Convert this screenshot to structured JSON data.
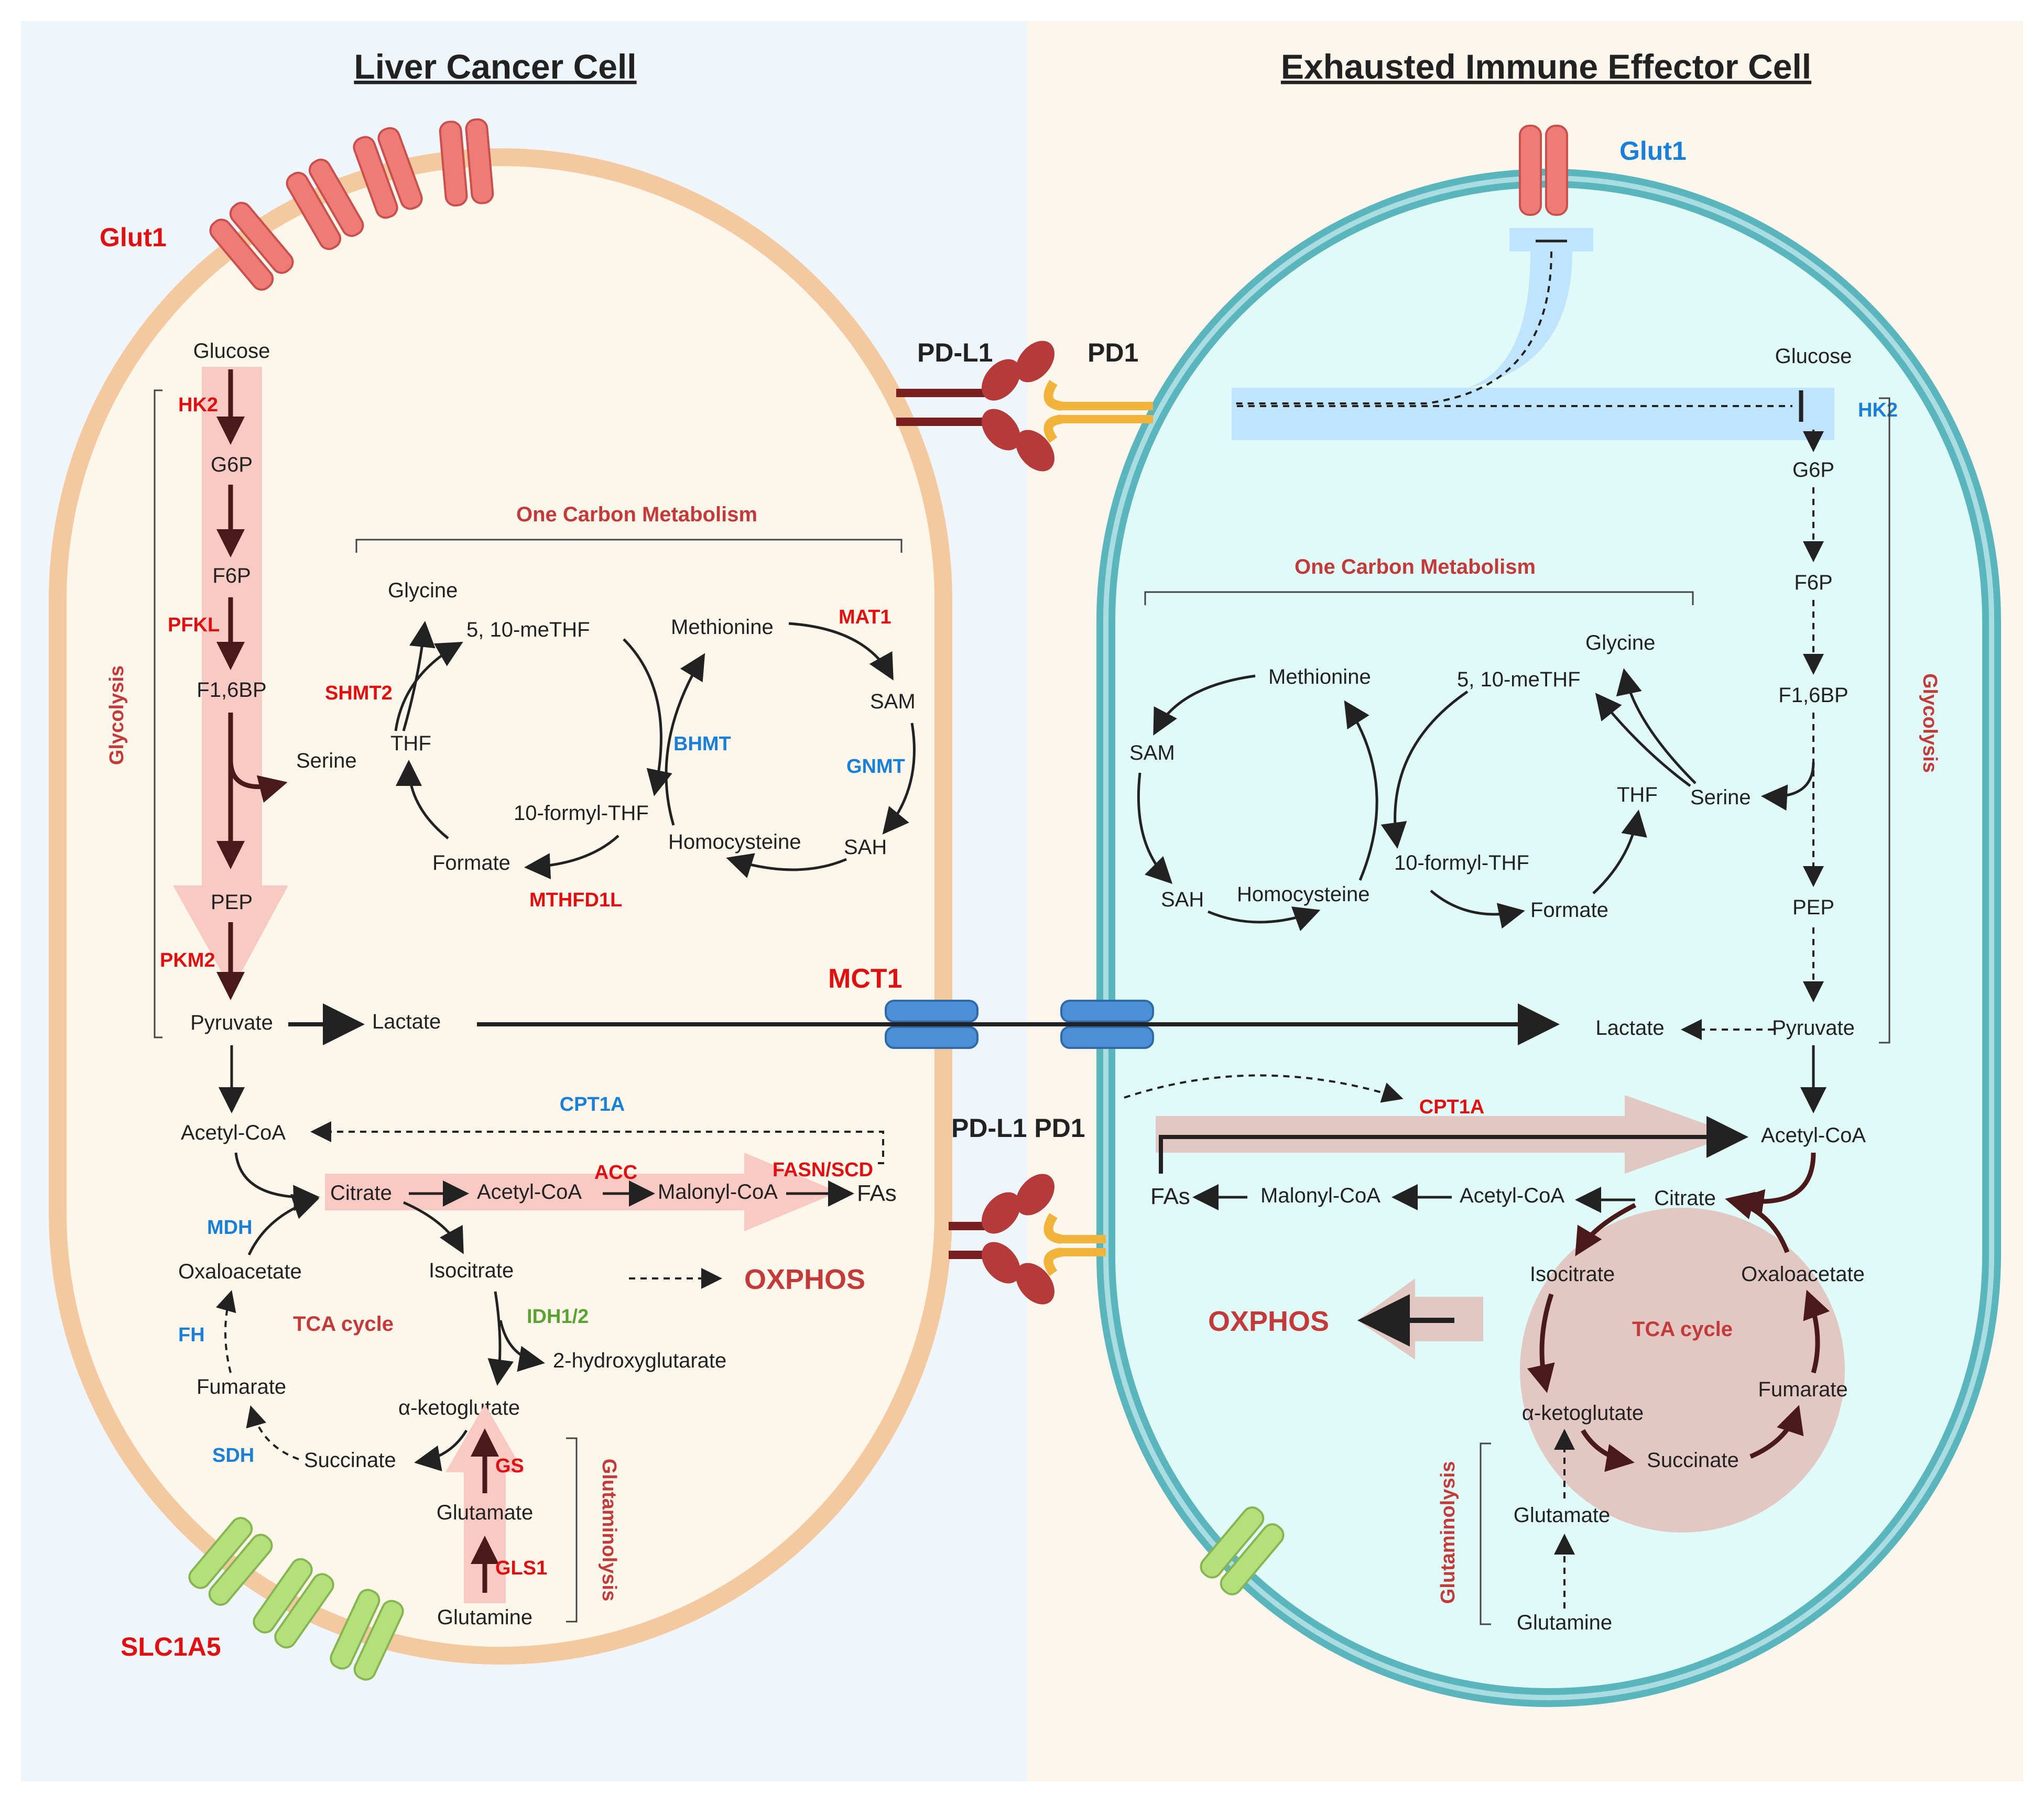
{
  "left_cell": {
    "title": "Liver Cancer Cell",
    "transporter_glut1": "Glut1",
    "transporter_slc1a5": "SLC1A5",
    "glycolysis_label": "Glycolysis",
    "glutaminolysis_label": "Glutaminolysis",
    "one_carbon_label": "One Carbon Metabolism",
    "tca_label": "TCA cycle",
    "oxphos": "OXPHOS",
    "metabolites": {
      "glucose": "Glucose",
      "g6p": "G6P",
      "f6p": "F6P",
      "f16bp": "F1,6BP",
      "pep": "PEP",
      "pyruvate": "Pyruvate",
      "lactate": "Lactate",
      "serine": "Serine",
      "thf": "THF",
      "glycine": "Glycine",
      "meTHF": "5, 10-meTHF",
      "formylTHF": "10-formyl-THF",
      "formate": "Formate",
      "methionine": "Methionine",
      "sam": "SAM",
      "sah": "SAH",
      "homocysteine": "Homocysteine",
      "acetylcoa": "Acetyl-CoA",
      "citrate": "Citrate",
      "acetylcoa2": "Acetyl-CoA",
      "malonylcoa": "Malonyl-CoA",
      "fas": "FAs",
      "isocitrate": "Isocitrate",
      "oxaloacetate": "Oxaloacetate",
      "hydroxyglutarate": "2-hydroxyglutarate",
      "akg": "α-ketoglutate",
      "fumarate": "Fumarate",
      "succinate": "Succinate",
      "glutamate": "Glutamate",
      "glutamine": "Glutamine"
    },
    "enzymes": {
      "hk2": "HK2",
      "pfkl": "PFKL",
      "pkm2": "PKM2",
      "shmt2": "SHMT2",
      "mat1": "MAT1",
      "bhmt": "BHMT",
      "gnmt": "GNMT",
      "mthfd1l": "MTHFD1L",
      "cpt1a": "CPT1A",
      "acc": "ACC",
      "fasn": "FASN/SCD",
      "mdh": "MDH",
      "idh": "IDH1/2",
      "fh": "FH",
      "sdh": "SDH",
      "gs": "GS",
      "gls1": "GLS1"
    }
  },
  "right_cell": {
    "title": "Exhausted Immune Effector Cell",
    "transporter_glut1": "Glut1",
    "glycolysis_label": "Glycolysis",
    "glutaminolysis_label": "Glutaminolysis",
    "one_carbon_label": "One Carbon Metabolism",
    "tca_label": "TCA cycle",
    "oxphos": "OXPHOS",
    "metabolites": {
      "glucose": "Glucose",
      "g6p": "G6P",
      "f6p": "F6P",
      "f16bp": "F1,6BP",
      "pep": "PEP",
      "pyruvate": "Pyruvate",
      "lactate": "Lactate",
      "serine": "Serine",
      "thf": "THF",
      "glycine": "Glycine",
      "meTHF": "5, 10-meTHF",
      "formylTHF": "10-formyl-THF",
      "formate": "Formate",
      "methionine": "Methionine",
      "sam": "SAM",
      "sah": "SAH",
      "homocysteine": "Homocysteine",
      "acetylcoa": "Acetyl-CoA",
      "citrate": "Citrate",
      "acetylcoa2": "Acetyl-CoA",
      "malonylcoa": "Malonyl-CoA",
      "fas": "FAs",
      "isocitrate": "Isocitrate",
      "oxaloacetate": "Oxaloacetate",
      "akg": "α-ketoglutate",
      "fumarate": "Fumarate",
      "succinate": "Succinate",
      "glutamate": "Glutamate",
      "glutamine": "Glutamine"
    },
    "enzymes": {
      "hk2": "HK2",
      "cpt1a": "CPT1A"
    }
  },
  "interface": {
    "pdl1_top": "PD-L1",
    "pd1_top": "PD1",
    "pdl1_pd1_bottom": "PD-L1 PD1",
    "mct1": "MCT1"
  },
  "colors": {
    "left_bg": "#fdf6ea",
    "left_membrane": "#f5c9a0",
    "right_bg": "#dffaf7",
    "right_membrane": "#5ab5bd",
    "glut1": "#ee7b76",
    "slc1a5": "#b4e07b",
    "mct1": "#4d8fd6",
    "pdl1": "#b53a3a",
    "pd1": "#f2b33a",
    "highlight": "#f9c9c4",
    "inhibit": "#bfe4fb",
    "tca_circle": "#e2c7c3"
  }
}
